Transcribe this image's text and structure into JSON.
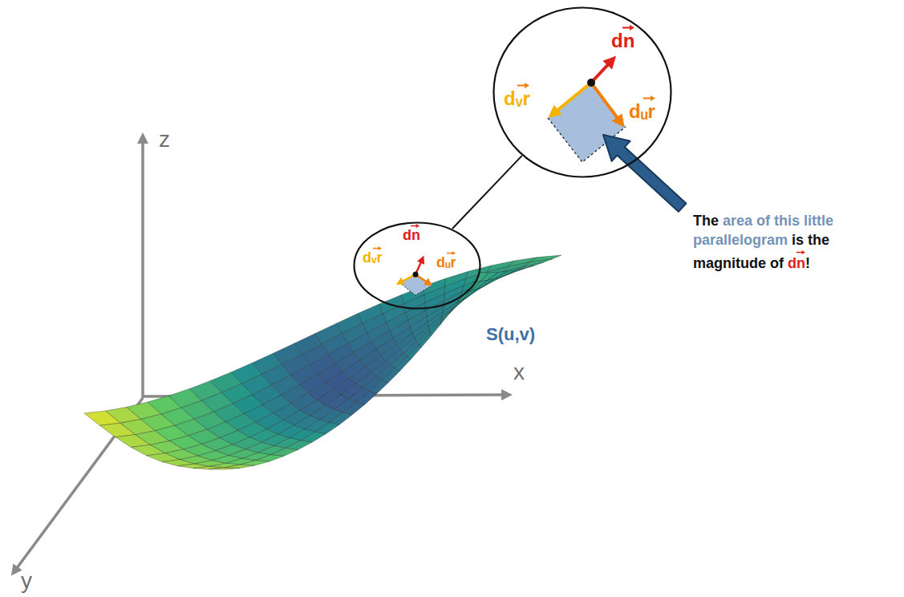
{
  "diagram": {
    "nodes": [
      {
        "text": [
          "dn",
          "dᵥr",
          "dᵤr"
        ]
      },
      {
        "text": [
          "dn",
          "dᵥr",
          "dᵤr"
        ],
        "in": null
      }
    ],
    "edges": [
      {
        "from": 1,
        "to": 0,
        "arrow": "none"
      }
    ],
    "labels": [
      "z",
      "x",
      "y",
      "S(u,v)",
      "The",
      "area of this little parallelogram",
      "is the magnitude of",
      "dn",
      "!"
    ]
  }
}
